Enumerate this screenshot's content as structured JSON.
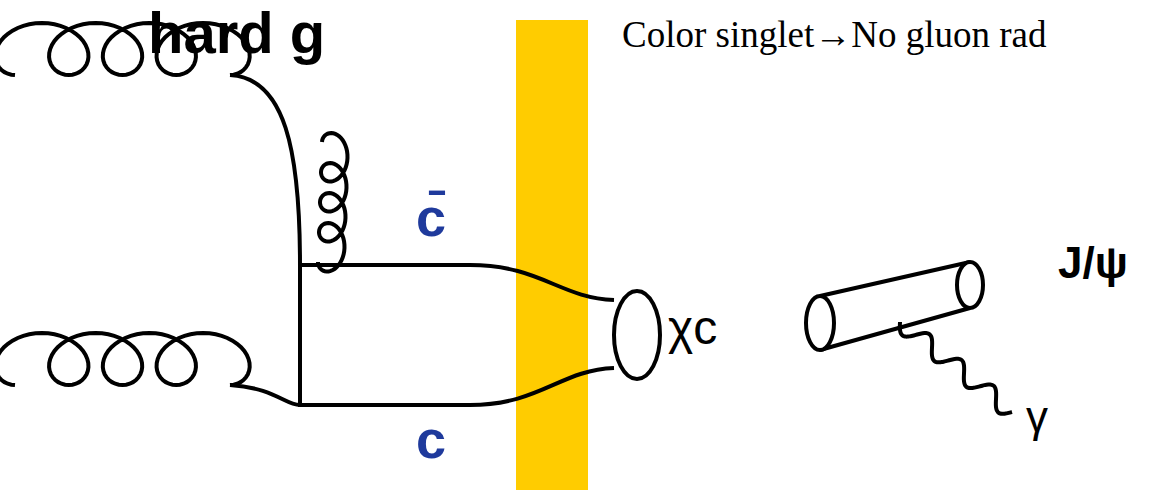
{
  "diagram": {
    "labels": [
      "hard g",
      "Color singlet→No gluon rad",
      "c̄",
      "c",
      "χc",
      "J/ψ",
      "γ"
    ]
  }
}
